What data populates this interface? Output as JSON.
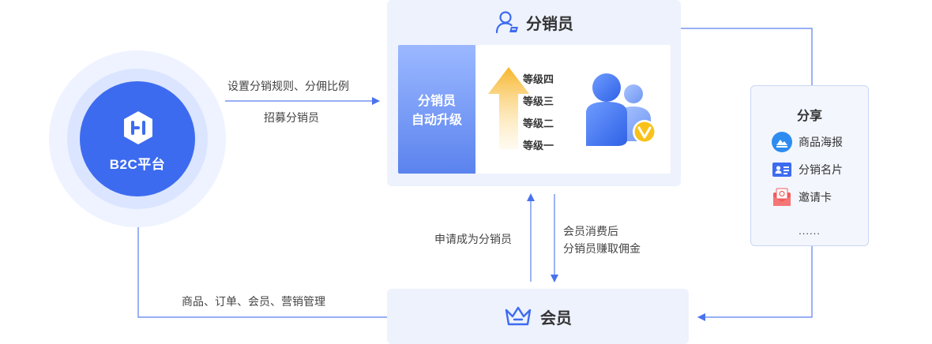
{
  "platform": {
    "name": "B2C平台",
    "logo_text": "HI"
  },
  "distributor_panel": {
    "title": "分销员",
    "upgrade_label_line1": "分销员",
    "upgrade_label_line2": "自动升级",
    "levels": [
      "等级四",
      "等级三",
      "等级二",
      "等级一"
    ]
  },
  "member_panel": {
    "title": "会员"
  },
  "share_panel": {
    "title": "分享",
    "items": [
      {
        "label": "商品海报",
        "icon": "poster-icon"
      },
      {
        "label": "分销名片",
        "icon": "card-icon"
      },
      {
        "label": "邀请卡",
        "icon": "invite-envelope-icon"
      }
    ],
    "more": "......"
  },
  "labels": {
    "set_rules": "设置分销规则、分佣比例",
    "recruit": "招募分销员",
    "apply": "申请成为分销员",
    "commission_line1": "会员消费后",
    "commission_line2": "分销员赚取佣金",
    "manage": "商品、订单、会员、营销管理"
  },
  "colors": {
    "accent": "#3d6bf0",
    "line": "#5b7ff0",
    "panel_bg": "#edf2fd",
    "arrow_gold": "#f7b52c",
    "badge_yellow": "#f9c21a",
    "invite_red": "#f25c5c"
  }
}
